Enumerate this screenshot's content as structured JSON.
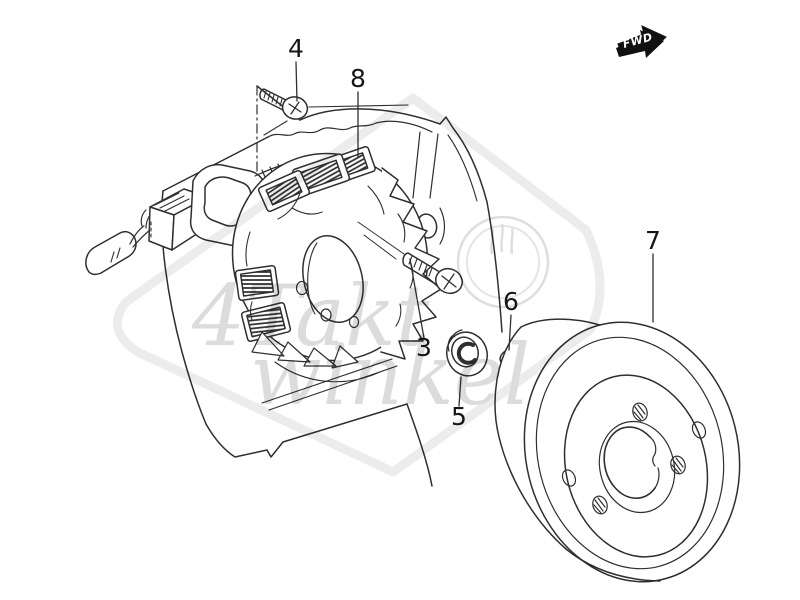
{
  "diagram": {
    "fwd_label": "FWD",
    "watermark": {
      "line1": "4Takt",
      "line2": "winkel"
    },
    "callouts": [
      {
        "label": "3"
      },
      {
        "label": "4"
      },
      {
        "label": "5"
      },
      {
        "label": "6"
      },
      {
        "label": "7"
      },
      {
        "label": "8"
      }
    ],
    "colors": {
      "line": "#2f2f2f",
      "watermark": "#dcdcdc",
      "fwd_arrow": "#111111",
      "background": "#ffffff"
    }
  }
}
